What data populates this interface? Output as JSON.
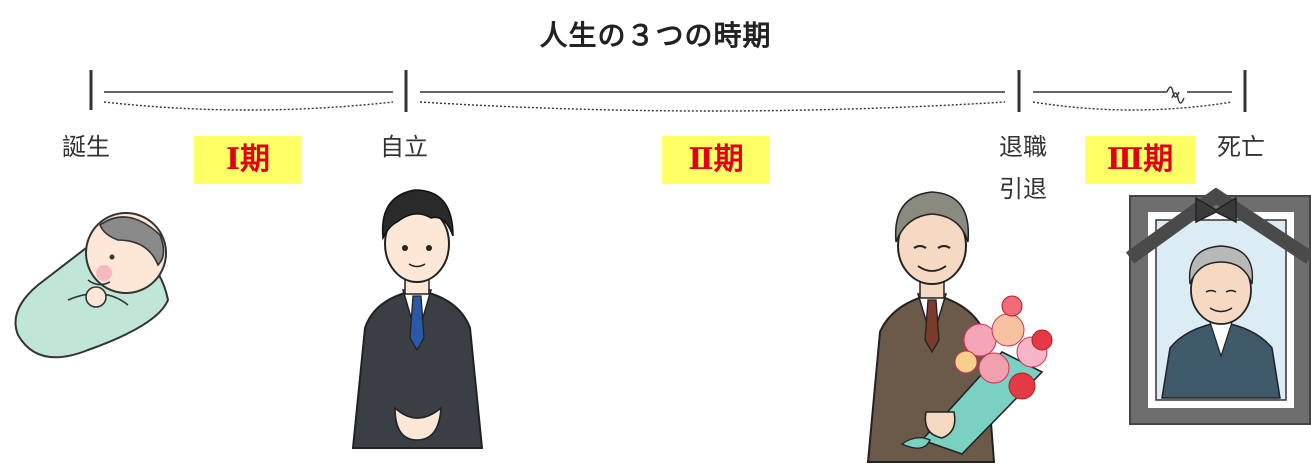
{
  "title": "人生の３つの時期",
  "milestones": {
    "birth": "誕生",
    "independence": "自立",
    "retirement_line1": "退職",
    "retirement_line2": "引退",
    "death": "死亡"
  },
  "periods": {
    "first": "Ⅰ期",
    "second": "Ⅱ期",
    "third": "Ⅲ期"
  },
  "colors": {
    "period_bg": "#ffff66",
    "period_text": "#e0001a",
    "suit": "#3a3f46",
    "brown_suit": "#6b5a4a",
    "baby_blanket": "#bfe6d6",
    "frame": "#6e6e6e"
  }
}
